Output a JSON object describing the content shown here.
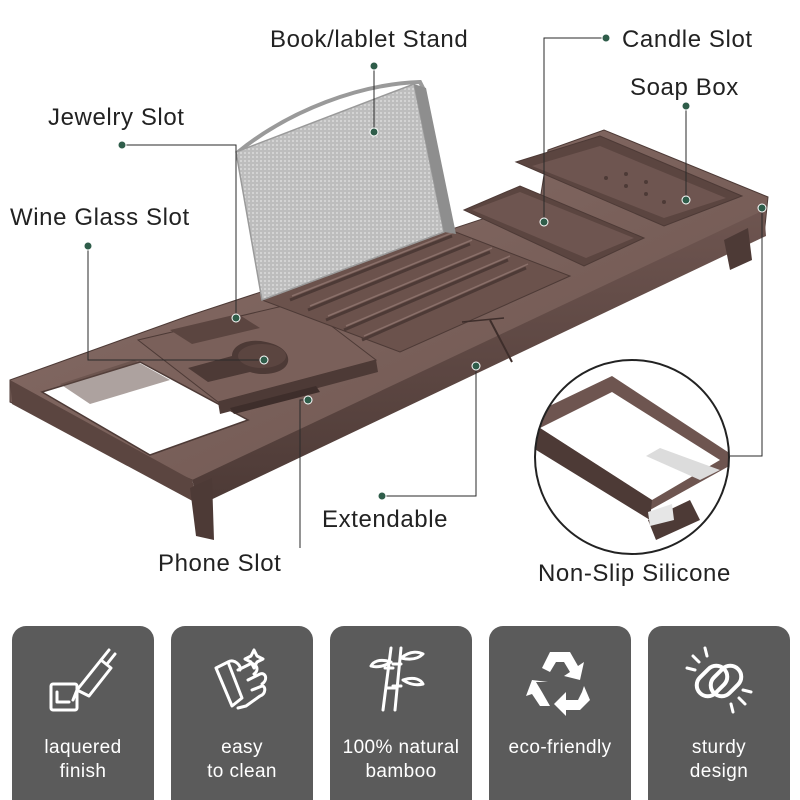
{
  "callouts": {
    "book_stand": "Book/lablet Stand",
    "candle_slot": "Candle Slot",
    "soap_box": "Soap Box",
    "jewelry_slot": "Jewelry Slot",
    "wine_glass_slot": "Wine Glass Slot",
    "extendable": "Extendable",
    "phone_slot": "Phone Slot",
    "non_slip": "Non-Slip Silicone"
  },
  "features": [
    {
      "icon": "lacquer-brush-icon",
      "line1": "laquered",
      "line2": "finish"
    },
    {
      "icon": "cleaning-glove-icon",
      "line1": "easy",
      "line2": "to clean"
    },
    {
      "icon": "bamboo-icon",
      "line1": "100% natural",
      "line2": "bamboo"
    },
    {
      "icon": "recycle-icon",
      "line1": "eco-friendly",
      "line2": ""
    },
    {
      "icon": "chain-link-icon",
      "line1": "sturdy",
      "line2": "design"
    }
  ],
  "colors": {
    "tray": "#6e5550",
    "tray_dark": "#4d3a36",
    "tray_light": "#8a706a",
    "callout_dot": "#2f5d4a",
    "feature_bg": "#5b5b5b",
    "feature_text": "#ffffff"
  }
}
